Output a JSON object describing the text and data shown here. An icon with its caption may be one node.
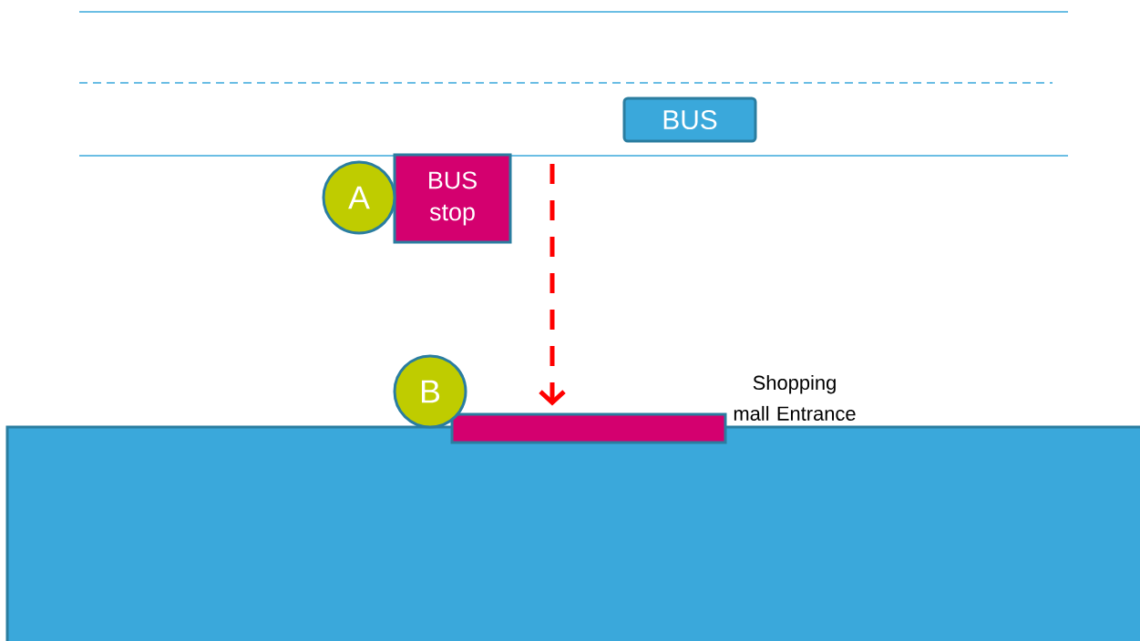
{
  "diagram": {
    "nodes": [
      {
        "text": [
          "BUS"
        ]
      },
      {
        "text": [
          "A"
        ]
      },
      {
        "text": [
          "BUS stop"
        ]
      },
      {
        "text": [
          "B"
        ]
      },
      {
        "text": [],
        "shape": "box"
      },
      {
        "text": [],
        "shape": "bar",
        "beside": [
          "Shopping mall Entrance"
        ]
      }
    ],
    "edges": [
      {
        "from": null,
        "to": 5,
        "arrow": "to",
        "style": "dashed",
        "color": "#ff0000"
      }
    ]
  }
}
